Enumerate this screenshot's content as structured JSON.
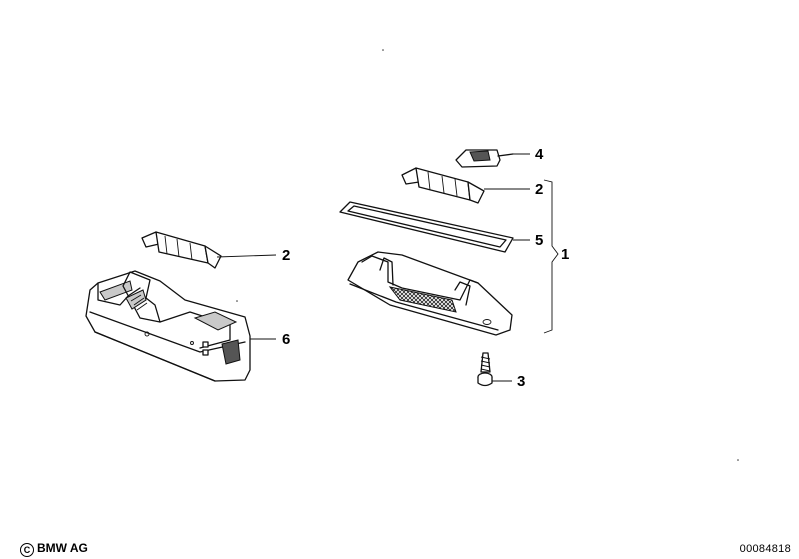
{
  "callouts": {
    "bulb_left": "2",
    "housing_left": "6",
    "clip": "4",
    "bulb_right": "2",
    "lens": "5",
    "assembly": "1",
    "screw": "3"
  },
  "footer": {
    "copyright": "BMW AG",
    "drawing_number": "00084818"
  }
}
